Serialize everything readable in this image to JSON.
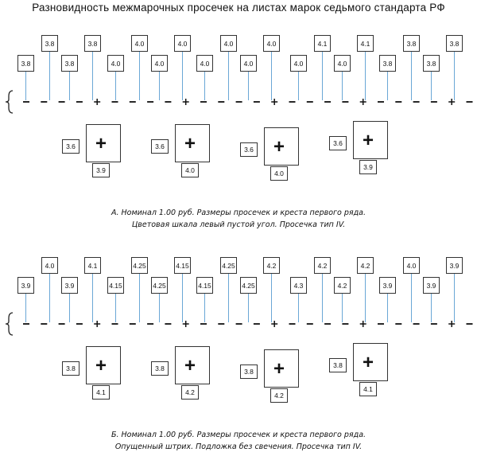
{
  "title": "Разновидность межмарочных просечек на листах марок седьмого стандарта РФ",
  "sections": [
    {
      "top_labels": [
        "3.8",
        "3.8",
        "3.8",
        "3.8",
        "4.0",
        "4.0",
        "4.0",
        "4.0",
        "4.0",
        "4.0",
        "4.0",
        "4.0",
        "4.0",
        "4.1",
        "4.0",
        "4.1",
        "3.8",
        "3.8",
        "3.8",
        "3.8"
      ],
      "squares": [
        {
          "left": "3.6",
          "bottom": "3.9"
        },
        {
          "left": "3.6",
          "bottom": "4.0"
        },
        {
          "left": "3.6",
          "bottom": "4.0"
        },
        {
          "left": "3.6",
          "bottom": "3.9"
        }
      ],
      "caption_line1": "А. Номинал 1.00 руб. Размеры просечек и креста первого ряда.",
      "caption_line2": "Цветовая шкала левый пустой угол. Просечка тип IV."
    },
    {
      "top_labels": [
        "3.9",
        "4.0",
        "3.9",
        "4.1",
        "4.15",
        "4.25",
        "4.25",
        "4.15",
        "4.15",
        "4.25",
        "4.25",
        "4.2",
        "4.3",
        "4.2",
        "4.2",
        "4.2",
        "3.9",
        "4.0",
        "3.9",
        "3.9"
      ],
      "squares": [
        {
          "left": "3.8",
          "bottom": "4.1"
        },
        {
          "left": "3.8",
          "bottom": "4.2"
        },
        {
          "left": "3.8",
          "bottom": "4.2"
        },
        {
          "left": "3.8",
          "bottom": "4.1"
        }
      ],
      "caption_line1": "Б. Номинал 1.00 руб. Размеры просечек и креста первого ряда.",
      "caption_line2": "Опущенный штрих. Подложка без свечения. Просечка тип IV."
    }
  ]
}
